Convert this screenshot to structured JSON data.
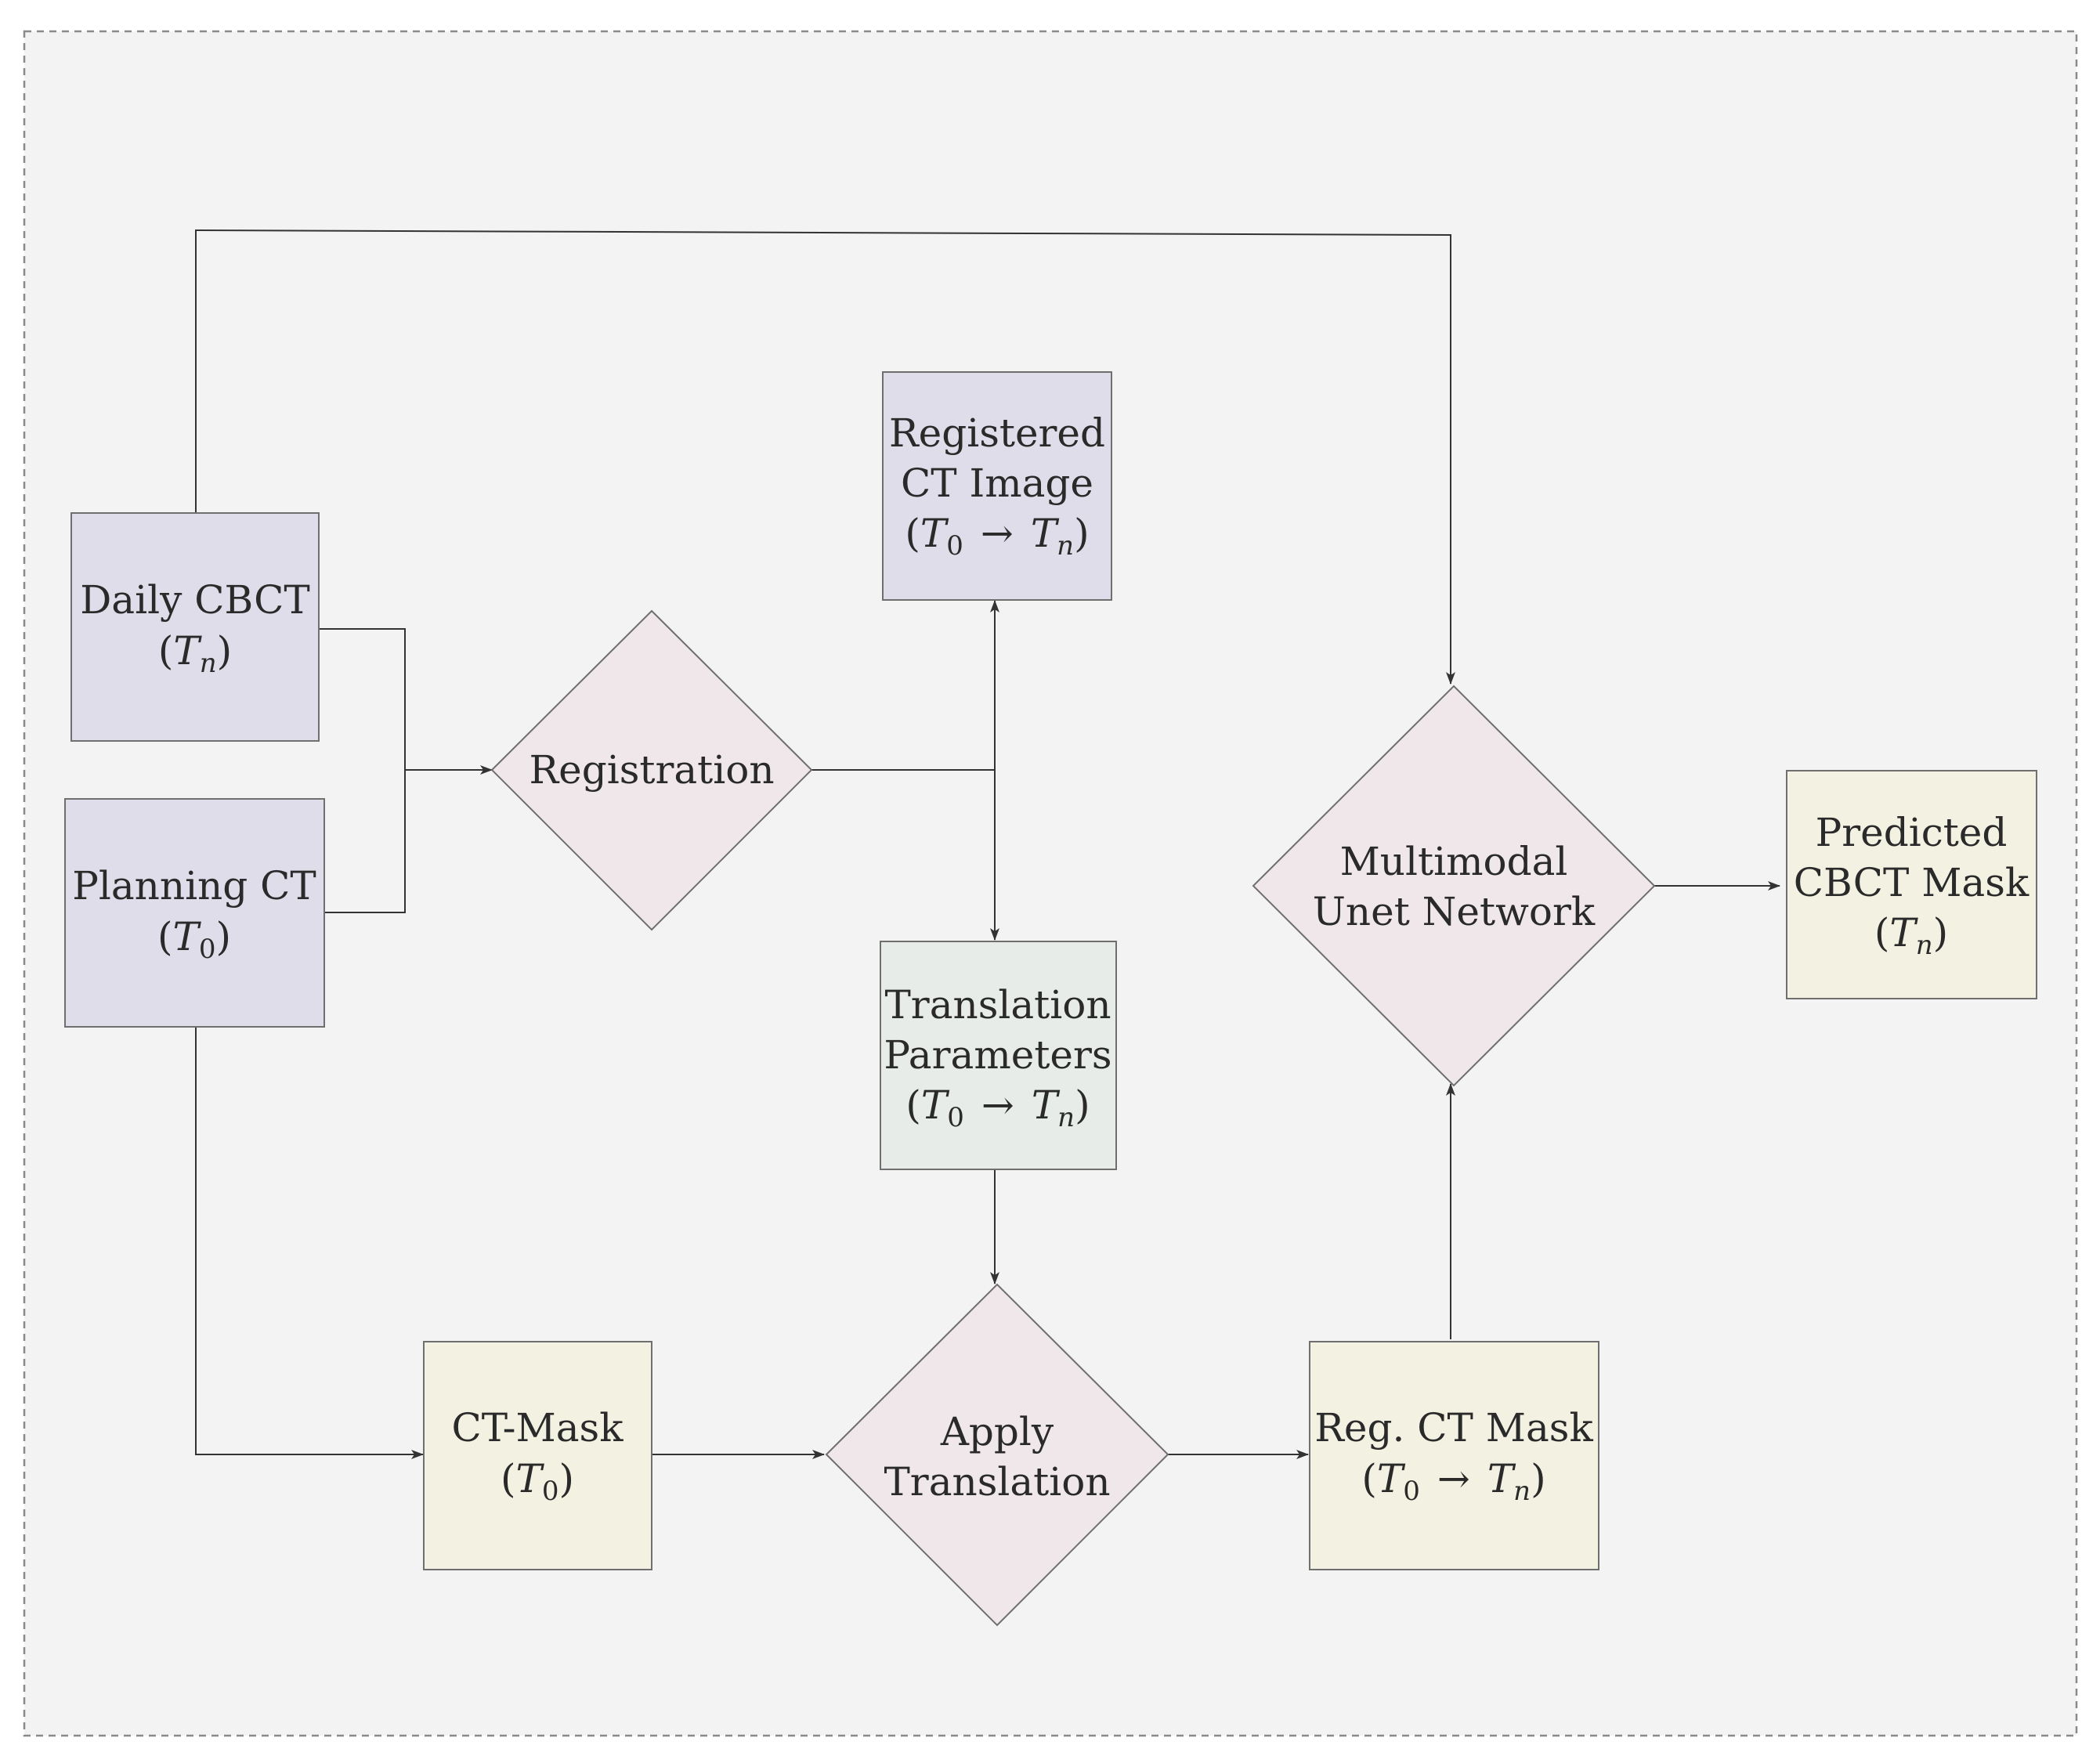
{
  "colors": {
    "data_box": "#dedde9",
    "process_diamond": "#f0e7ea",
    "params_box": "#e8ece8",
    "mask_box": "#f3f2e2",
    "edge": "#333333",
    "background": "#f3f3f3"
  },
  "nodes": {
    "daily_cbct": {
      "line1": "Daily CBCT",
      "line2_open": "(",
      "line2_var": "T",
      "line2_sub": "n",
      "line2_close": ")"
    },
    "planning_ct": {
      "line1": "Planning CT",
      "line2_open": "(",
      "line2_var": "T",
      "line2_sub": "0",
      "line2_close": ")"
    },
    "registration": {
      "label": "Registration"
    },
    "registered_ct": {
      "line1": "Registered",
      "line2": "CT Image",
      "line3_open": "(",
      "line3_var1": "T",
      "line3_sub1": "0",
      "line3_arrow": "→",
      "line3_var2": "T",
      "line3_sub2": "n",
      "line3_close": ")"
    },
    "translation_params": {
      "line1": "Translation",
      "line2": "Parameters",
      "line3_open": "(",
      "line3_var1": "T",
      "line3_sub1": "0",
      "line3_arrow": "→",
      "line3_var2": "T",
      "line3_sub2": "n",
      "line3_close": ")"
    },
    "ct_mask": {
      "line1": "CT-Mask",
      "line2_open": "(",
      "line2_var": "T",
      "line2_sub": "0",
      "line2_close": ")"
    },
    "apply_translation": {
      "line1": "Apply",
      "line2": "Translation"
    },
    "reg_ct_mask": {
      "line1": "Reg. CT Mask",
      "line2_open": "(",
      "line2_var1": "T",
      "line2_sub1": "0",
      "line2_arrow": "→",
      "line2_var2": "T",
      "line2_sub2": "n",
      "line2_close": ")"
    },
    "multimodal_unet": {
      "line1": "Multimodal",
      "line2": "Unet Network"
    },
    "predicted_mask": {
      "line1": "Predicted",
      "line2": "CBCT Mask",
      "line3_open": "(",
      "line3_var": "T",
      "line3_sub": "n",
      "line3_close": ")"
    }
  },
  "edges": [
    {
      "from": "daily_cbct",
      "to": "registration"
    },
    {
      "from": "planning_ct",
      "to": "registration"
    },
    {
      "from": "registration",
      "to": "registered_ct"
    },
    {
      "from": "registration",
      "to": "translation_params"
    },
    {
      "from": "daily_cbct",
      "to": "multimodal_unet"
    },
    {
      "from": "planning_ct",
      "to": "ct_mask"
    },
    {
      "from": "ct_mask",
      "to": "apply_translation"
    },
    {
      "from": "translation_params",
      "to": "apply_translation"
    },
    {
      "from": "apply_translation",
      "to": "reg_ct_mask"
    },
    {
      "from": "reg_ct_mask",
      "to": "multimodal_unet"
    },
    {
      "from": "multimodal_unet",
      "to": "predicted_mask"
    }
  ]
}
